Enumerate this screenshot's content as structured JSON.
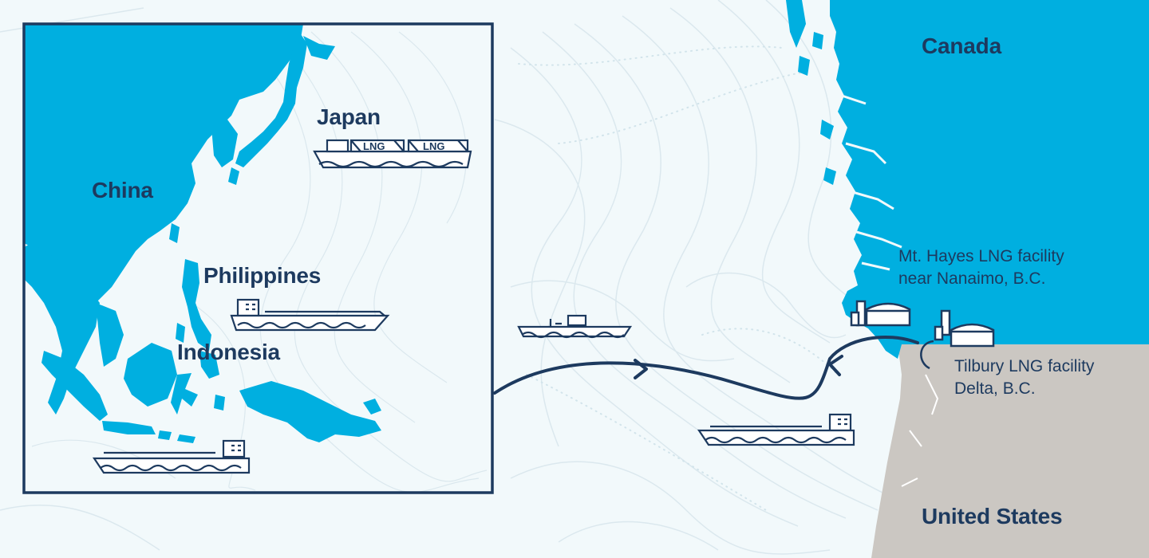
{
  "colors": {
    "ocean": "#f2f9fb",
    "land_canada_asia": "#00afe0",
    "land_united_states": "#cbc7c2",
    "outline": "#1d3a5f",
    "contour": "#dbe8ee"
  },
  "regions": {
    "china": "China",
    "japan": "Japan",
    "philippines": "Philippines",
    "indonesia": "Indonesia",
    "canada": "Canada",
    "united_states": "United States"
  },
  "facilities": {
    "mt_hayes": {
      "line1": "Mt. Hayes LNG facility",
      "line2": "near Nanaimo, B.C."
    },
    "tilbury": {
      "line1": "Tilbury LNG facility",
      "line2": "Delta, B.C."
    }
  },
  "ship_cargo_label": "LNG",
  "icons": {
    "ships": [
      "lng-carrier-icon",
      "cargo-ship-icon",
      "container-ship-icon",
      "tanker-ship-icon"
    ],
    "facilities": [
      "storage-tank-icon"
    ],
    "route": "shipping-route-arrow"
  }
}
